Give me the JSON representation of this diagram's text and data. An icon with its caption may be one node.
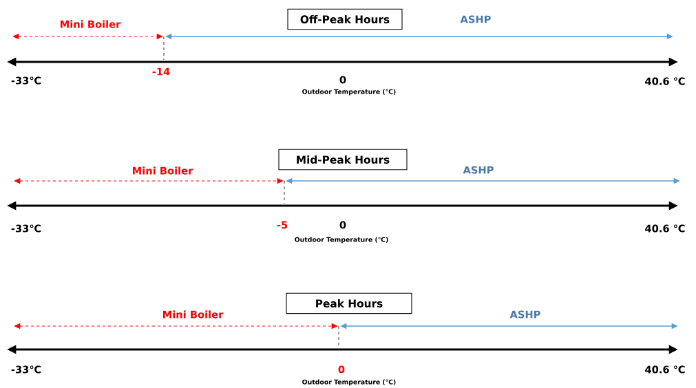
{
  "diagram": {
    "nodes": [
      {
        "text": [
          "Off-Peak Hours"
        ]
      },
      {
        "text": [
          "Mid-Peak Hours"
        ]
      },
      {
        "text": [
          "Peak Hours"
        ]
      }
    ],
    "labels": [
      "Mini Boiler",
      "ASHP",
      "-33℃",
      "-14",
      "0",
      "40.6 ℃",
      "Outdoor Temperature (℃)",
      "Mini Boiler",
      "ASHP",
      "-33℃",
      "-5",
      "0",
      "40.6 ℃",
      "Outdoor Temperature (℃)",
      "Mini Boiler",
      "ASHP",
      "-33℃",
      "0",
      "40.6 ℃",
      "Outdoor Temperature (℃)"
    ]
  }
}
